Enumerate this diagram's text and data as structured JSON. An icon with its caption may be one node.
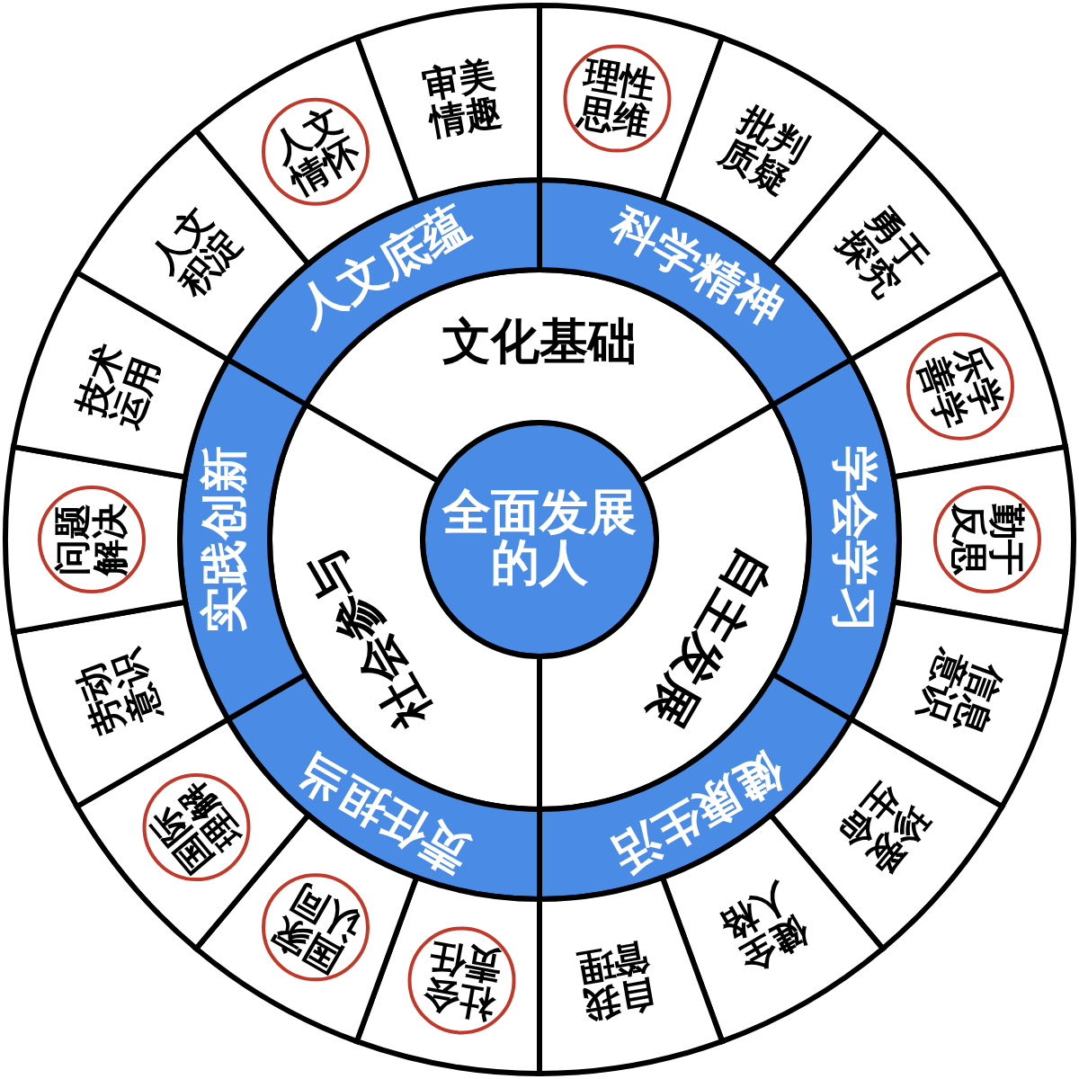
{
  "diagram": {
    "nodes": [
      {
        "text": [
          "全面发展的人"
        ]
      },
      {
        "text": [
          "文化基础"
        ]
      },
      {
        "text": [
          "自主发展"
        ]
      },
      {
        "text": [
          "社会参与"
        ]
      },
      {
        "text": [
          "人文底蕴"
        ]
      },
      {
        "text": [
          "科学精神"
        ]
      },
      {
        "text": [
          "学会学习"
        ]
      },
      {
        "text": [
          "健康生活"
        ]
      },
      {
        "text": [
          "责任担当"
        ]
      },
      {
        "text": [
          "实践创新"
        ]
      },
      {
        "text": [
          "审美情趣"
        ]
      },
      {
        "text": [
          "理性思维"
        ]
      },
      {
        "text": [
          "批判质疑"
        ]
      },
      {
        "text": [
          "勇于探究"
        ]
      },
      {
        "text": [
          "乐学善学"
        ]
      },
      {
        "text": [
          "勤于反思"
        ]
      },
      {
        "text": [
          "信息意识"
        ]
      },
      {
        "text": [
          "珍爱生命"
        ]
      },
      {
        "text": [
          "健全人格"
        ]
      },
      {
        "text": [
          "自我管理"
        ]
      },
      {
        "text": [
          "社会责任"
        ]
      },
      {
        "text": [
          "国家认同"
        ]
      },
      {
        "text": [
          "国际理解"
        ]
      },
      {
        "text": [
          "劳动意识"
        ]
      },
      {
        "text": [
          "问题解决"
        ]
      },
      {
        "text": [
          "技术运用"
        ]
      },
      {
        "text": [
          "人文积淀"
        ]
      },
      {
        "text": [
          "人文情怀"
        ]
      }
    ]
  }
}
